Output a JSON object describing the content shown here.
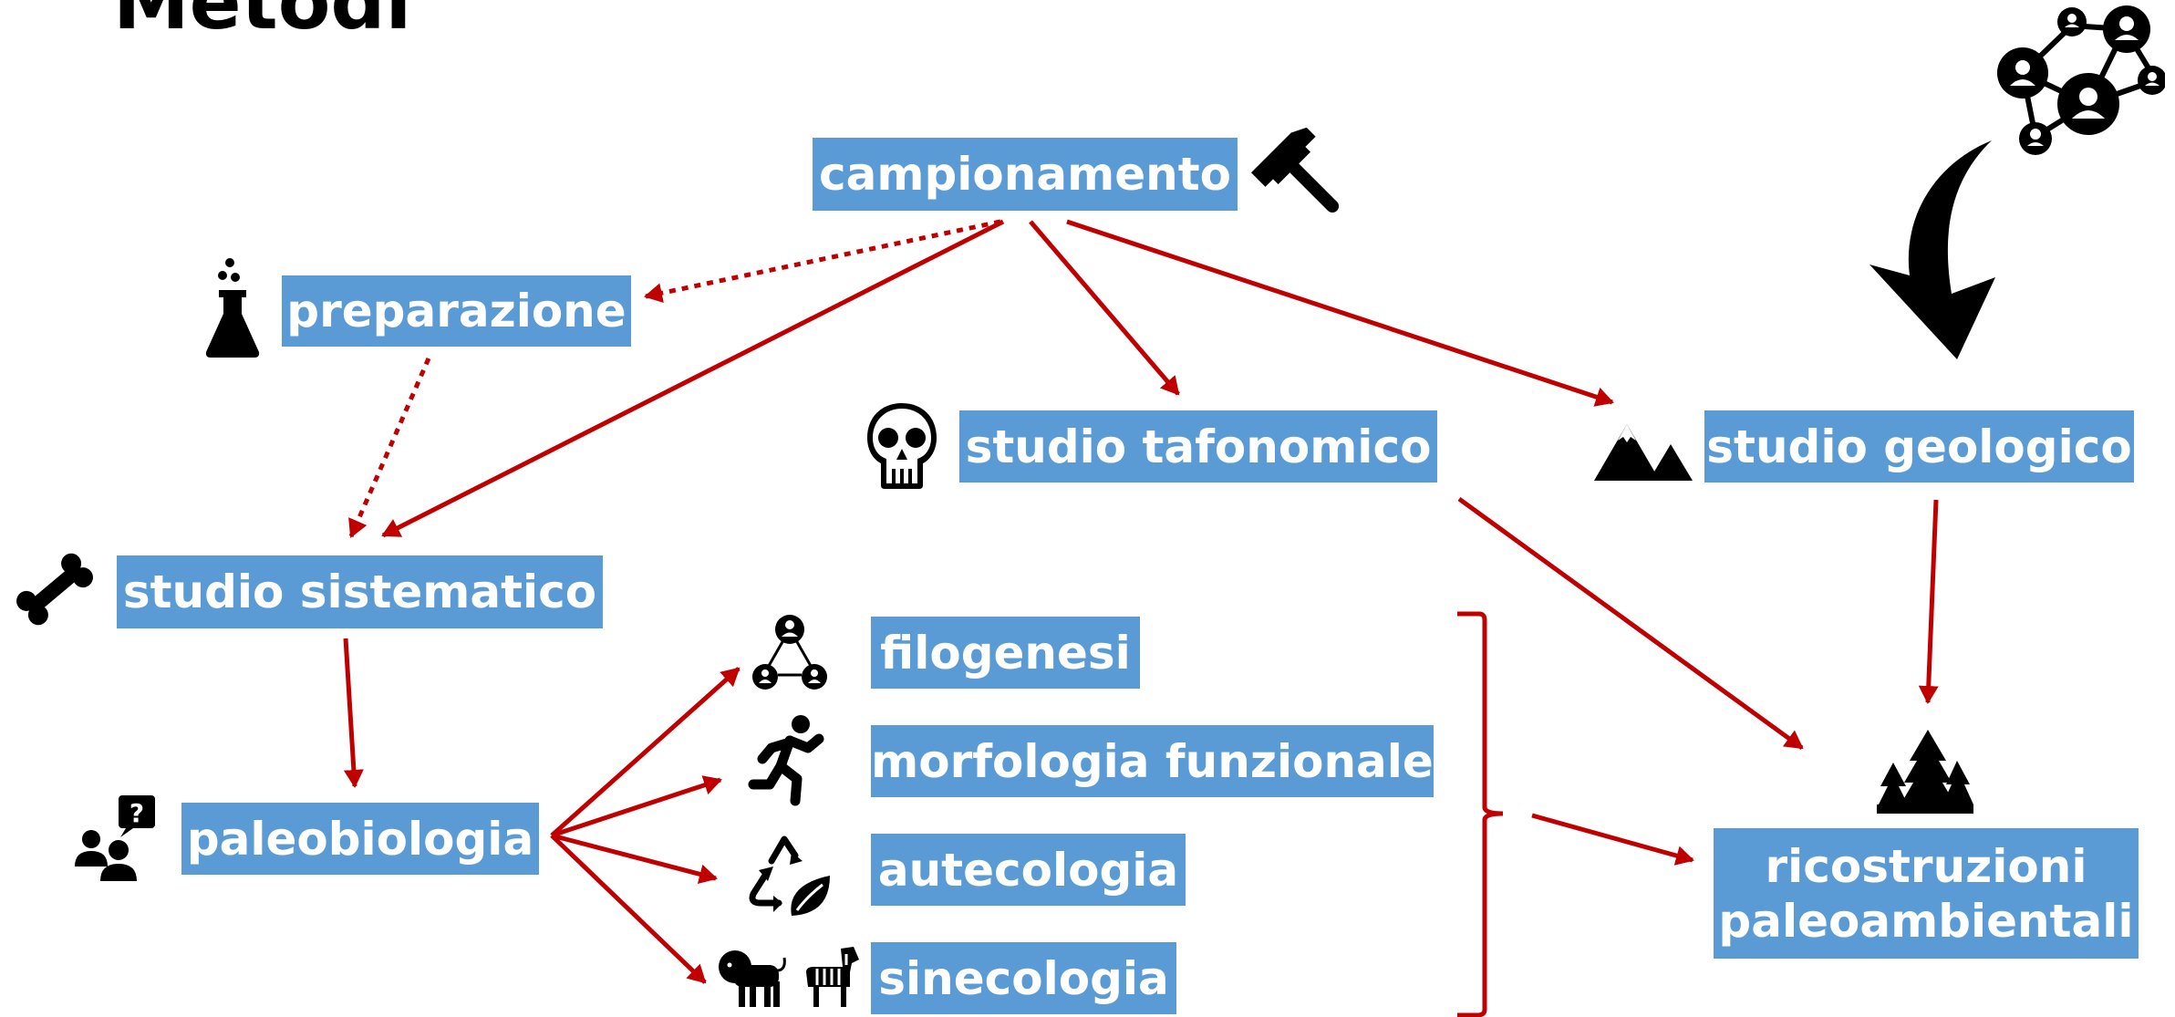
{
  "title": "Metodi",
  "nodes": {
    "campionamento": "campionamento",
    "preparazione": "preparazione",
    "studio_tafonomico": "studio tafonomico",
    "studio_geologico": "studio geologico",
    "studio_sistematico": "studio sistematico",
    "paleobiologia": "paleobiologia",
    "filogenesi": "filogenesi",
    "morfologia_funzionale": "morfologia funzionale",
    "autecologia": "autecologia",
    "sinecologia": "sinecologia",
    "ricostruzioni_line1": "ricostruzioni",
    "ricostruzioni_line2": "paleoambientali"
  },
  "colors": {
    "node_fill": "#5b9bd5",
    "node_text": "#ffffff",
    "arrow": "#c00000",
    "icon": "#000000"
  },
  "icons": [
    "hammer-icon",
    "flask-icon",
    "skull-icon",
    "mountain-icon",
    "bone-icon",
    "people-question-icon",
    "network-icon",
    "runner-icon",
    "recycle-leaf-icon",
    "lion-icon",
    "zebra-icon",
    "trees-icon",
    "social-network-icon",
    "curved-arrow-icon"
  ]
}
